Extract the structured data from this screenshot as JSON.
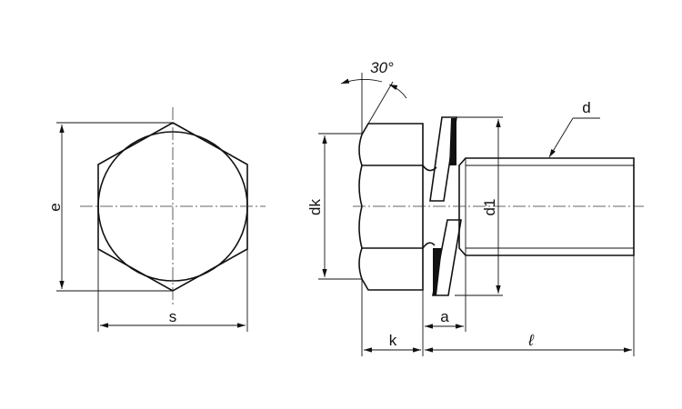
{
  "labels": {
    "e": "e",
    "s": "s",
    "dk": "dk",
    "d1": "d1",
    "d": "d",
    "k": "k",
    "a": "a",
    "l": "ℓ",
    "angle": "30°"
  },
  "colors": {
    "line": "#111111",
    "background": "#ffffff"
  }
}
